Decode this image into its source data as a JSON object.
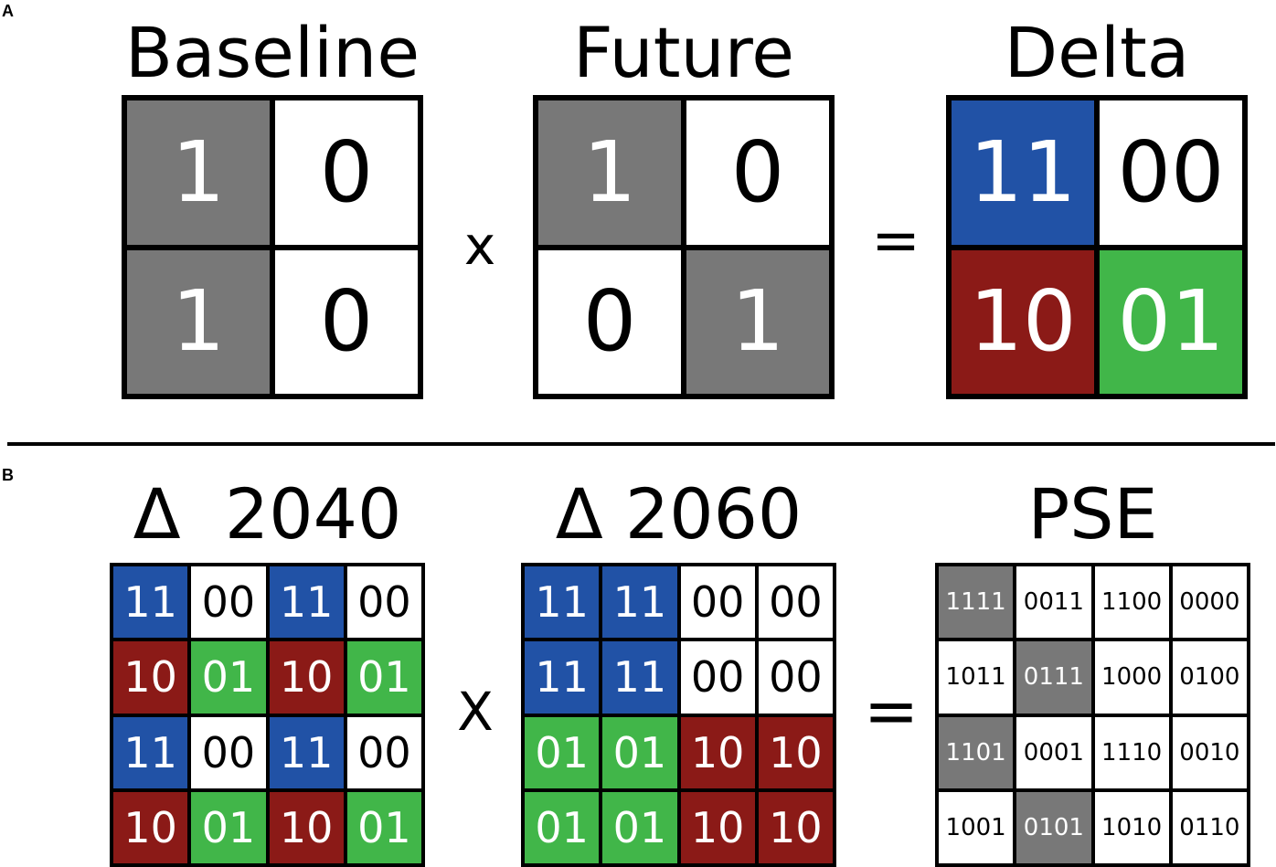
{
  "colors": {
    "gray": "#787878",
    "white": "#ffffff",
    "blue": "#2152a6",
    "red": "#8b1a17",
    "green": "#41b649",
    "dark_text": "#000000",
    "light_text": "#ffffff"
  },
  "panel_a": {
    "label": "A",
    "operator_x": "x",
    "operator_eq": "=",
    "grids": [
      {
        "title": "Baseline",
        "cells": [
          {
            "text": "1",
            "color": "gray"
          },
          {
            "text": "0",
            "color": "white"
          },
          {
            "text": "1",
            "color": "gray"
          },
          {
            "text": "0",
            "color": "white"
          }
        ]
      },
      {
        "title": "Future",
        "cells": [
          {
            "text": "1",
            "color": "gray"
          },
          {
            "text": "0",
            "color": "white"
          },
          {
            "text": "0",
            "color": "white"
          },
          {
            "text": "1",
            "color": "gray"
          }
        ]
      },
      {
        "title": "Delta",
        "cells": [
          {
            "text": "11",
            "color": "blue"
          },
          {
            "text": "00",
            "color": "white"
          },
          {
            "text": "10",
            "color": "red"
          },
          {
            "text": "01",
            "color": "green"
          }
        ]
      }
    ]
  },
  "panel_b": {
    "label": "B",
    "operator_x": "X",
    "operator_eq": "=",
    "grids": [
      {
        "title": "Δ  2040",
        "cells": [
          {
            "text": "11",
            "color": "blue"
          },
          {
            "text": "00",
            "color": "white"
          },
          {
            "text": "11",
            "color": "blue"
          },
          {
            "text": "00",
            "color": "white"
          },
          {
            "text": "10",
            "color": "red"
          },
          {
            "text": "01",
            "color": "green"
          },
          {
            "text": "10",
            "color": "red"
          },
          {
            "text": "01",
            "color": "green"
          },
          {
            "text": "11",
            "color": "blue"
          },
          {
            "text": "00",
            "color": "white"
          },
          {
            "text": "11",
            "color": "blue"
          },
          {
            "text": "00",
            "color": "white"
          },
          {
            "text": "10",
            "color": "red"
          },
          {
            "text": "01",
            "color": "green"
          },
          {
            "text": "10",
            "color": "red"
          },
          {
            "text": "01",
            "color": "green"
          }
        ]
      },
      {
        "title": "Δ 2060",
        "cells": [
          {
            "text": "11",
            "color": "blue"
          },
          {
            "text": "11",
            "color": "blue"
          },
          {
            "text": "00",
            "color": "white"
          },
          {
            "text": "00",
            "color": "white"
          },
          {
            "text": "11",
            "color": "blue"
          },
          {
            "text": "11",
            "color": "blue"
          },
          {
            "text": "00",
            "color": "white"
          },
          {
            "text": "00",
            "color": "white"
          },
          {
            "text": "01",
            "color": "green"
          },
          {
            "text": "01",
            "color": "green"
          },
          {
            "text": "10",
            "color": "red"
          },
          {
            "text": "10",
            "color": "red"
          },
          {
            "text": "01",
            "color": "green"
          },
          {
            "text": "01",
            "color": "green"
          },
          {
            "text": "10",
            "color": "red"
          },
          {
            "text": "10",
            "color": "red"
          }
        ]
      },
      {
        "title": "PSE",
        "cells": [
          {
            "text": "1111",
            "color": "gray"
          },
          {
            "text": "0011",
            "color": "white"
          },
          {
            "text": "1100",
            "color": "white"
          },
          {
            "text": "0000",
            "color": "white"
          },
          {
            "text": "1011",
            "color": "white"
          },
          {
            "text": "0111",
            "color": "gray"
          },
          {
            "text": "1000",
            "color": "white"
          },
          {
            "text": "0100",
            "color": "white"
          },
          {
            "text": "1101",
            "color": "gray"
          },
          {
            "text": "0001",
            "color": "white"
          },
          {
            "text": "1110",
            "color": "white"
          },
          {
            "text": "0010",
            "color": "white"
          },
          {
            "text": "1001",
            "color": "white"
          },
          {
            "text": "0101",
            "color": "gray"
          },
          {
            "text": "1010",
            "color": "white"
          },
          {
            "text": "0110",
            "color": "white"
          }
        ]
      }
    ]
  }
}
